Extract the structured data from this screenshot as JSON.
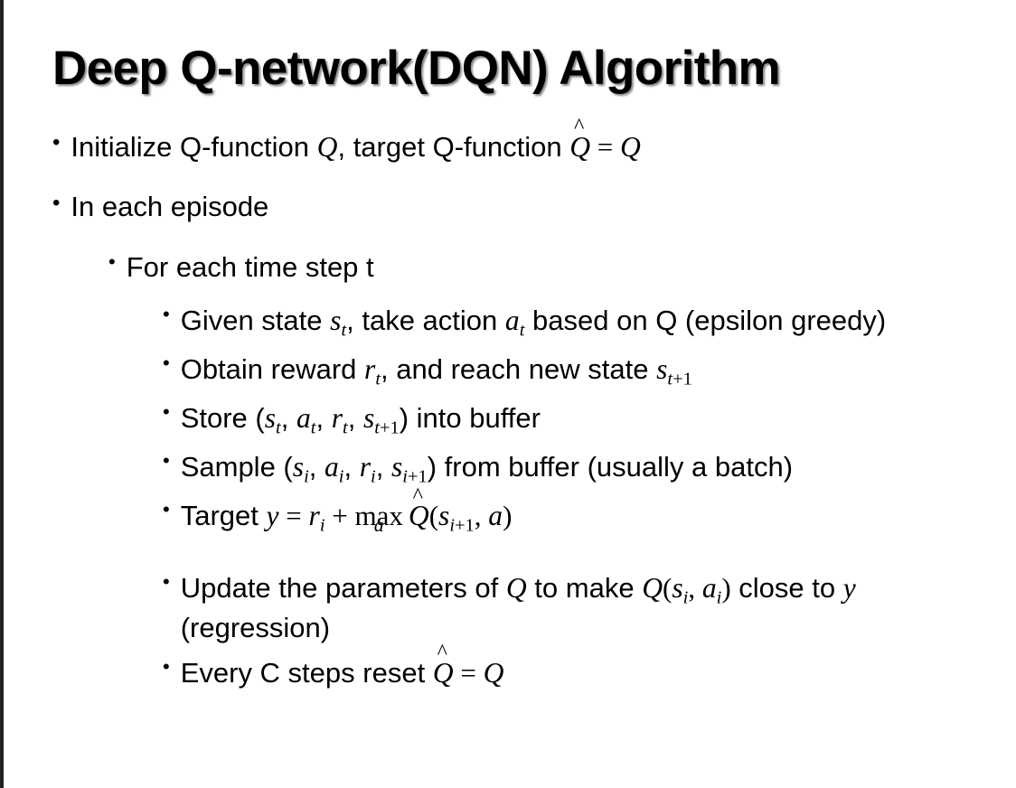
{
  "slide": {
    "title": "Deep Q-network(DQN) Algorithm",
    "background_color": "#ffffff",
    "text_color": "#000000",
    "edge_accent_color": "#222222",
    "bullet_glyph": "•"
  },
  "bullets": {
    "initialize": {
      "pre": "Initialize Q-function ",
      "var_q": "Q",
      "mid": ", target Q-function ",
      "hat_q": "Q",
      "hat_glyph": "^",
      "equals": " = ",
      "post_q": "Q"
    },
    "each_episode": "In each episode",
    "time_step": "For each time step t",
    "given_state": {
      "p1": "Given state ",
      "s": "s",
      "s_sub": "t",
      "p2": ", take action ",
      "a": "a",
      "a_sub": "t",
      "p3": " based on Q (epsilon greedy)"
    },
    "obtain_reward": {
      "p1": "Obtain reward ",
      "r": "r",
      "r_sub": "t",
      "p2": ", and reach new state ",
      "s": "s",
      "s_sub_var": "t",
      "s_sub_plus": "+1"
    },
    "store": {
      "p1": "Store (",
      "s": "s",
      "s_sub": "t",
      "c1": ", ",
      "a": "a",
      "a_sub": "t",
      "c2": ", ",
      "r": "r",
      "r_sub": "t",
      "c3": ", ",
      "s2": "s",
      "s2_sub_var": "t",
      "s2_sub_plus": "+1",
      "p2": ") into buffer"
    },
    "sample": {
      "p1": "Sample (",
      "s": "s",
      "s_sub": "i",
      "c1": ", ",
      "a": "a",
      "a_sub": "i",
      "c2": ", ",
      "r": "r",
      "r_sub": "i",
      "c3": ", ",
      "s2": "s",
      "s2_sub_var": "i",
      "s2_sub_plus": "+1",
      "p2": ") from buffer (usually a batch)"
    },
    "target": {
      "p1": "Target ",
      "y": "y",
      "eq": " = ",
      "r": "r",
      "r_sub": "i",
      "plus": " + ",
      "max_op": "max",
      "max_limit": "a",
      "hat_q": "Q",
      "hat_glyph": "^",
      "paren_open": "(",
      "s": "s",
      "s_sub_var": "i",
      "s_sub_plus": "+1",
      "comma": ", ",
      "a": "a",
      "paren_close": ")"
    },
    "update": {
      "p1": "Update the parameters of ",
      "q1": "Q",
      "p2": " to make ",
      "q2": "Q",
      "paren_open": "(",
      "s": "s",
      "s_sub": "i",
      "comma": ", ",
      "a": "a",
      "a_sub": "i",
      "paren_close": ")",
      "p3": " close to ",
      "y": "y",
      "p4": " (regression)"
    },
    "reset": {
      "p1": "Every C steps reset ",
      "hat_q": "Q",
      "hat_glyph": "^",
      "eq": " = ",
      "q": "Q"
    }
  }
}
